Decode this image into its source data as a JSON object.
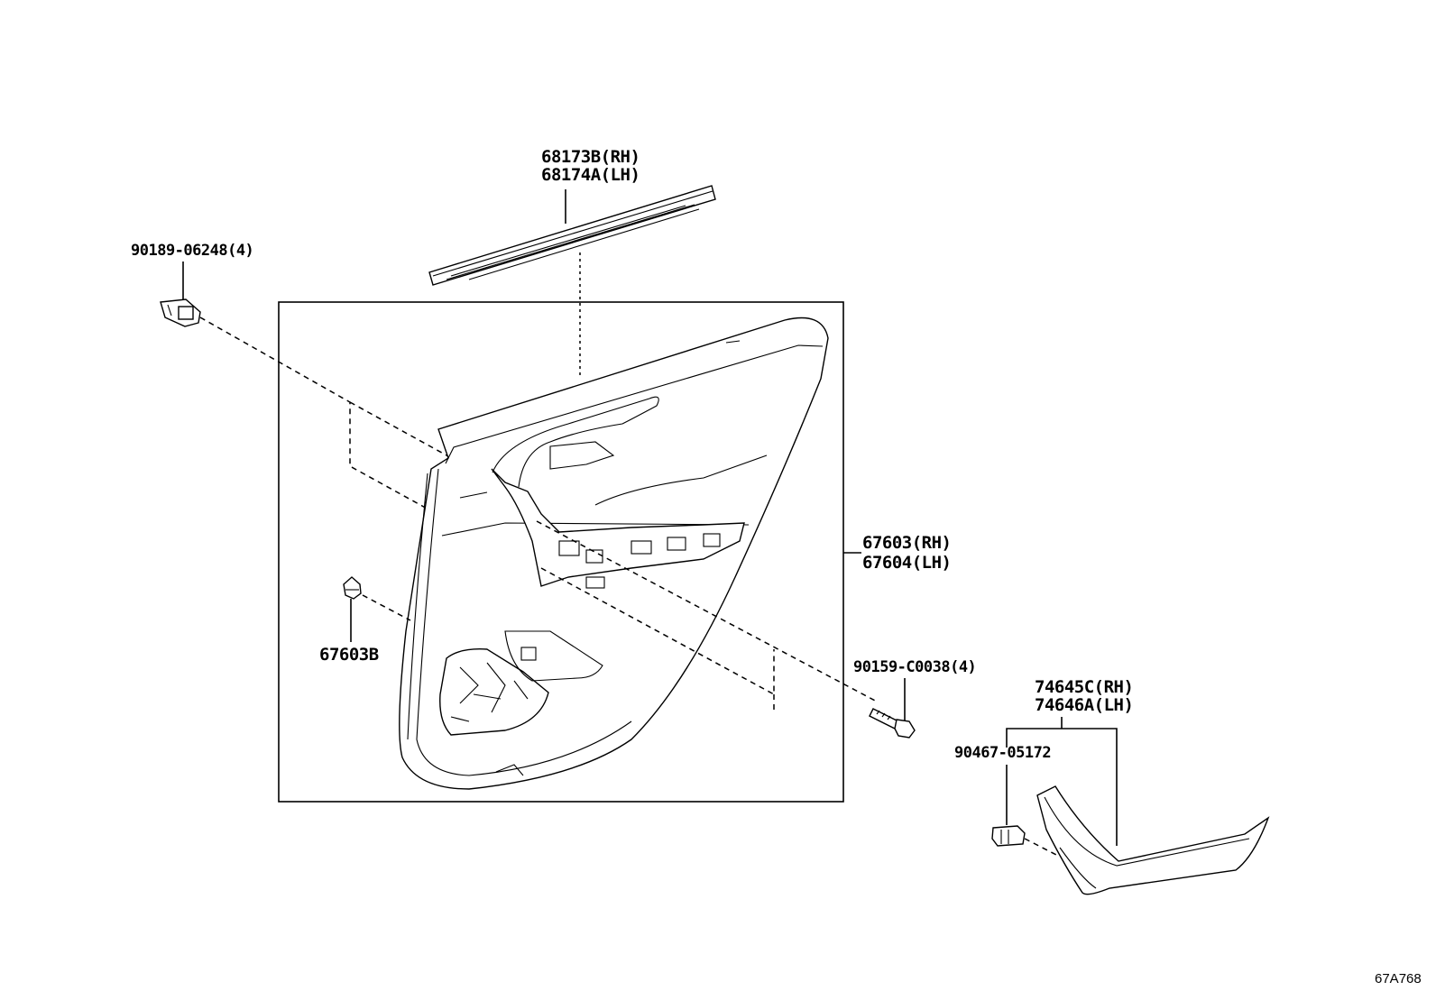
{
  "labels": {
    "belt_moulding_rh": "68173B(RH)",
    "belt_moulding_lh": "68174A(LH)",
    "clip_top_left": "90189-06248(4)",
    "trim_board_rh": "67603(RH)",
    "trim_board_lh": "67604(LH)",
    "clip_left": "67603B",
    "screw": "90159-C0038(4)",
    "armrest_rh": "74645C(RH)",
    "armrest_lh": "74646A(LH)",
    "armrest_clip": "90467-05172"
  },
  "drawing_code": "67A768"
}
